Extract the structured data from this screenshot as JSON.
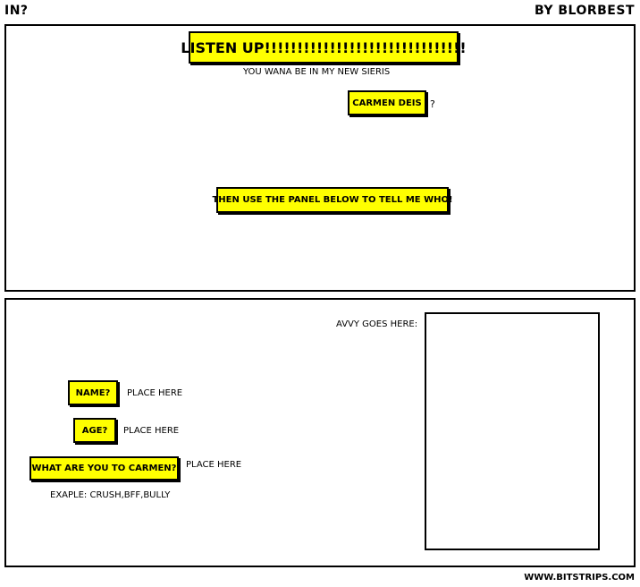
{
  "header": {
    "title": "IN?",
    "author": "BY BLORBEST"
  },
  "panel1": {
    "listen_caption": "LISTEN UP!!!!!!!!!!!!!!!!!!!!!!!!!!!!!!!",
    "series_text": "YOU WANA BE IN MY NEW SIERIS",
    "name_caption": "CARMEN DEIS",
    "question_mark": "?",
    "instruction_caption": "THEN USE THE PANEL BELOW TO TELL ME WHO!"
  },
  "panel2": {
    "avvy_label": "AVVY GOES HERE:",
    "name_caption": "NAME?",
    "name_value": "PLACE HERE",
    "age_caption": "AGE?",
    "age_value": "PLACE HERE",
    "relation_caption": "WHAT ARE YOU TO CARMEN?",
    "relation_value": "PLACE HERE",
    "example_text": "EXAPLE: CRUSH,BFF,BULLY"
  },
  "footer": {
    "site": "WWW.BITSTRIPS.COM"
  },
  "colors": {
    "caption_bg": "#ffff00",
    "border": "#000000"
  }
}
